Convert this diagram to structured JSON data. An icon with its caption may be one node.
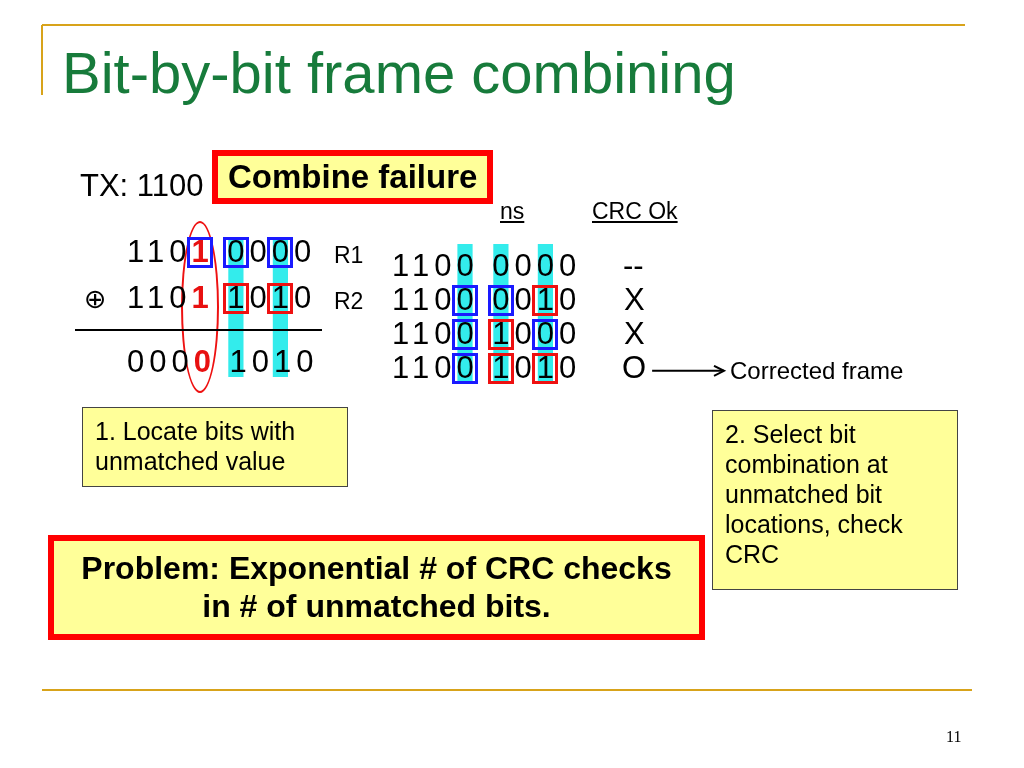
{
  "diagram": {
    "title": "Bit-by-bit frame combining",
    "nodes": [
      {
        "text": [
          "Combine failure"
        ]
      },
      {
        "text": [],
        "shape": "ellipse"
      },
      {
        "text": [
          "O"
        ]
      },
      {
        "text": [
          "Corrected frame"
        ]
      },
      {
        "text": [
          "1. Locate bits with unmatched value"
        ]
      },
      {
        "text": [
          "2. Select bit combination at unmatched bit locations, check CRC"
        ]
      },
      {
        "text": [
          "Problem: Exponential # of CRC checks in # of unmatched bits."
        ]
      }
    ],
    "edges": [
      {
        "from": 2,
        "to": 3,
        "arrow": "to"
      }
    ],
    "labels": [
      "TX: 1100",
      "ns",
      "CRC Ok",
      "110**1** 0000",
      "R1",
      "1100 0000",
      "--",
      "⊕",
      "110**1** 1010",
      "R2",
      "1100 0010",
      "X",
      "1100 1000",
      "X",
      "000**0** 1010",
      "1100 1010",
      "11"
    ]
  }
}
